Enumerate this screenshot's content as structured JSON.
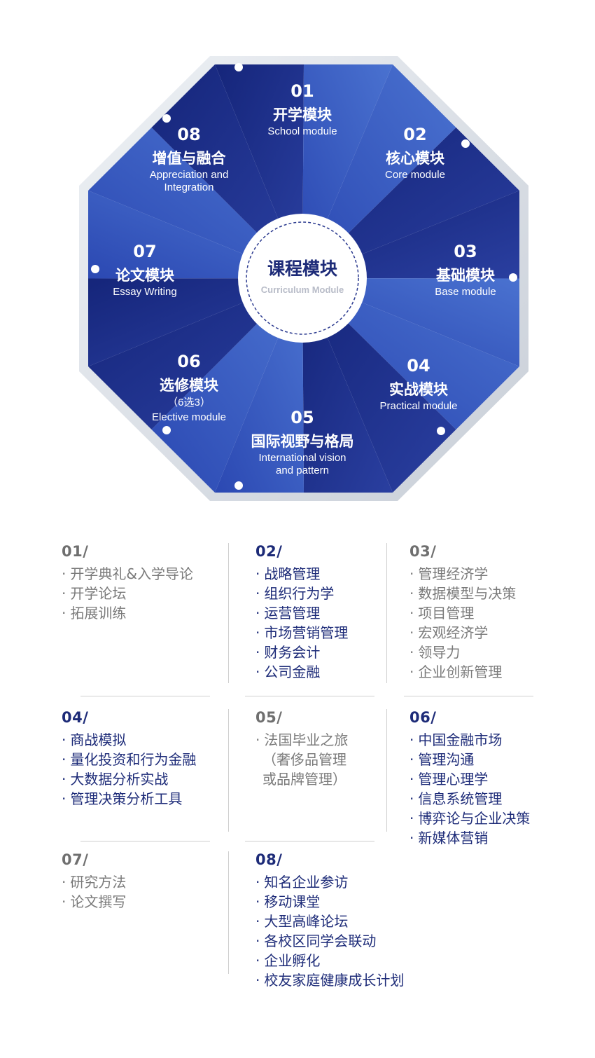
{
  "center": {
    "title": "课程模块",
    "subtitle": "Curriculum Module"
  },
  "modules": [
    {
      "num": "01",
      "cn": "开学模块",
      "en": [
        "School module"
      ]
    },
    {
      "num": "02",
      "cn": "核心模块",
      "en": [
        "Core module"
      ]
    },
    {
      "num": "03",
      "cn": "基础模块",
      "en": [
        "Base module"
      ]
    },
    {
      "num": "04",
      "cn": "实战模块",
      "en": [
        "Practical module"
      ]
    },
    {
      "num": "05",
      "cn": "国际视野与格局",
      "en": [
        "International vision",
        "and pattern"
      ]
    },
    {
      "num": "06",
      "cn": "选修模块",
      "sub": "（6选3）",
      "en": [
        "Elective module"
      ]
    },
    {
      "num": "07",
      "cn": "论文模块",
      "en": [
        "Essay Writing"
      ]
    },
    {
      "num": "08",
      "cn": "增值与融合",
      "en": [
        "Appreciation and",
        "Integration"
      ]
    }
  ],
  "details": {
    "m01": {
      "num": "01/",
      "items": [
        "开学典礼&入学导论",
        "开学论坛",
        "拓展训练"
      ]
    },
    "m02": {
      "num": "02/",
      "items": [
        "战略管理",
        "组织行为学",
        "运营管理",
        "市场营销管理",
        "财务会计",
        "公司金融"
      ]
    },
    "m03": {
      "num": "03/",
      "items": [
        "管理经济学",
        "数据模型与决策",
        "项目管理",
        "宏观经济学",
        "领导力",
        "企业创新管理"
      ]
    },
    "m04": {
      "num": "04/",
      "items": [
        "商战模拟",
        "量化投资和行为金融",
        "大数据分析实战",
        "管理决策分析工具"
      ]
    },
    "m05": {
      "num": "05/",
      "items": [
        "法国毕业之旅",
        "（奢侈品管理",
        "或品牌管理）"
      ]
    },
    "m06": {
      "num": "06/",
      "items": [
        "中国金融市场",
        "管理沟通",
        "管理心理学",
        "信息系统管理",
        "博弈论与企业决策",
        "新媒体营销"
      ]
    },
    "m07": {
      "num": "07/",
      "items": [
        "研究方法",
        "论文撰写"
      ]
    },
    "m08": {
      "num": "08/",
      "items": [
        "知名企业参访",
        "移动课堂",
        "大型高峰论坛",
        "各校区同学会联动",
        "企业孵化",
        "校友家庭健康成长计划"
      ]
    }
  },
  "colors": {
    "navy": "#1d2b78",
    "blue_dark": "#1c2f8a",
    "blue_light": "#3f63c4",
    "gray_text": "#7a7a7a",
    "frame": "#d9dee6"
  }
}
